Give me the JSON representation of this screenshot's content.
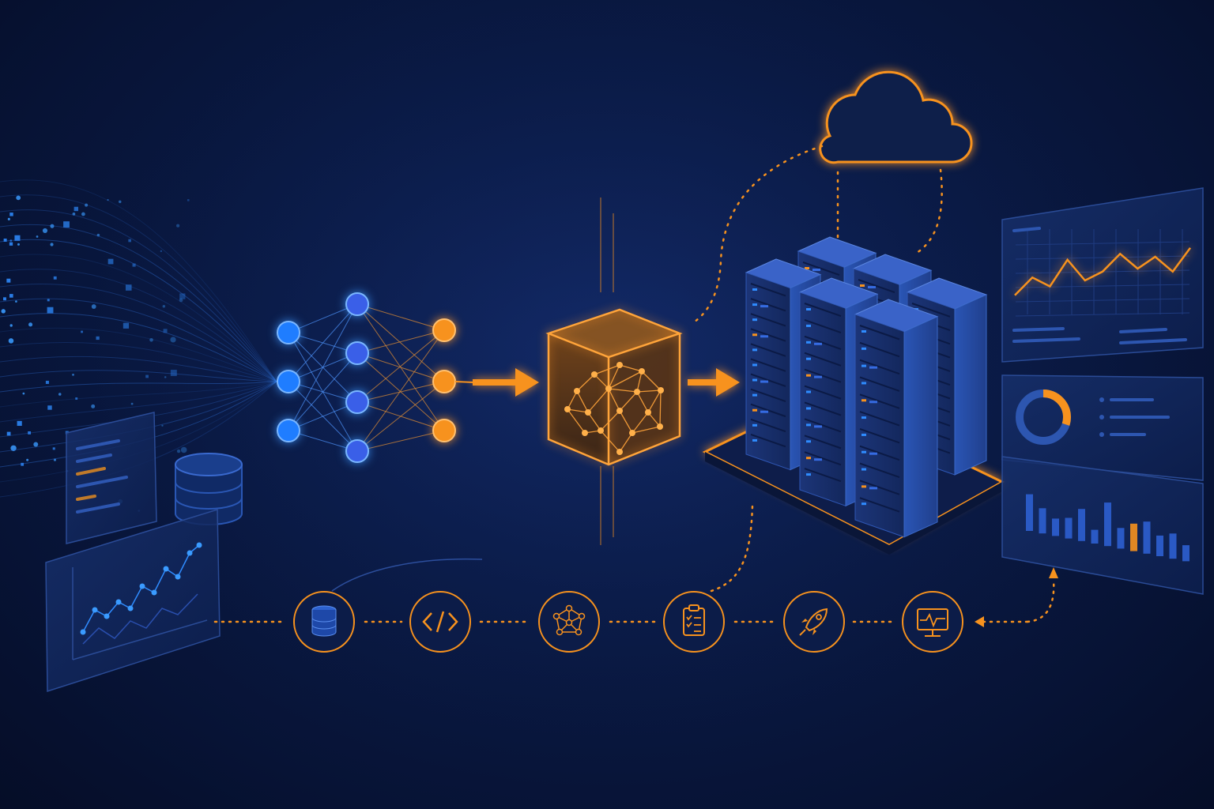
{
  "colors": {
    "background": "#0a1a45",
    "accent_orange": "#f7921e",
    "accent_blue": "#2f8cff",
    "panel": "#12285e",
    "server_blue": "#2a4fae"
  },
  "scene": {
    "stages": [
      {
        "key": "data-source",
        "icon": "data-particles-icon"
      },
      {
        "key": "neural-network",
        "icon": "neural-network-icon"
      },
      {
        "key": "model",
        "icon": "model-cube-icon"
      },
      {
        "key": "deployment",
        "icon": "server-rack-icon"
      },
      {
        "key": "cloud",
        "icon": "cloud-icon"
      },
      {
        "key": "monitoring",
        "icon": "dashboard-icon"
      }
    ],
    "pipeline_steps": [
      {
        "icon": "database-icon"
      },
      {
        "icon": "code-icon"
      },
      {
        "icon": "network-graph-icon"
      },
      {
        "icon": "clipboard-checklist-icon"
      },
      {
        "icon": "rocket-icon"
      },
      {
        "icon": "monitor-pulse-icon"
      }
    ],
    "dashboard": {
      "line_trend": [
        0.15,
        0.45,
        0.3,
        0.75,
        0.4,
        0.55,
        0.85,
        0.6,
        0.8,
        0.55,
        0.95
      ],
      "donut_fraction": 0.3,
      "bars": [
        0.8,
        0.55,
        0.38,
        0.45,
        0.7,
        0.3,
        0.95,
        0.45,
        0.6,
        0.7,
        0.45,
        0.55,
        0.35
      ]
    }
  }
}
